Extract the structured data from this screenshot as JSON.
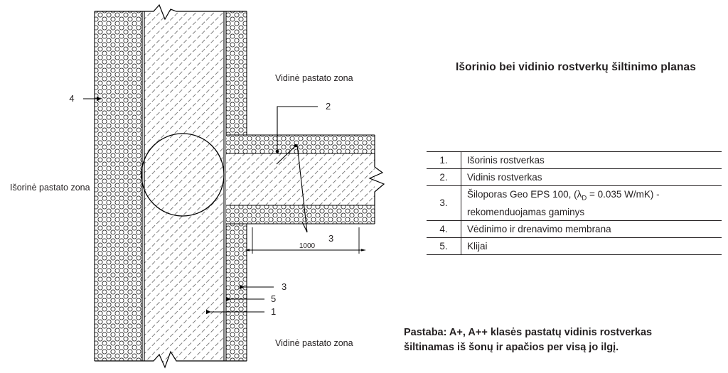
{
  "plan": {
    "title": "Išorinio bei vidinio rostverkų šiltinimo planas"
  },
  "drawing": {
    "zone_left_label": "Išorinė pastato zona",
    "zone_top_right_label": "Vidinė pastato zona",
    "zone_bottom_right_label": "Vidinė pastato zona",
    "dimension_1000": "1000",
    "callouts": {
      "left_4": "4",
      "top_2": "2",
      "mid_3": "3",
      "lower_3": "3",
      "lower_5": "5",
      "lower_1": "1"
    }
  },
  "legend": {
    "rows": [
      {
        "num": "1.",
        "desc": "Išorinis rostverkas",
        "desc2": ""
      },
      {
        "num": "2.",
        "desc": "Vidinis rostverkas",
        "desc2": ""
      },
      {
        "num": "3.",
        "desc_pre": "Šiloporas Geo EPS 100, (",
        "lambda": "λ",
        "lambda_sub": "D",
        "desc_post": " = 0.035 W/mK) -",
        "desc2": "rekomenduojamas gaminys"
      },
      {
        "num": "4.",
        "desc": "Vėdinimo ir drenavimo membrana",
        "desc2": ""
      },
      {
        "num": "5.",
        "desc": "Klijai",
        "desc2": ""
      }
    ]
  },
  "note": {
    "line1": "Pastaba: A+, A++ klasės pastatų vidinis rostverkas",
    "line2": "šiltinamas iš šonų ir apačios per visą jo ilgį."
  },
  "colors": {
    "ink": "#231f20",
    "line": "#000000",
    "background": "#ffffff"
  }
}
